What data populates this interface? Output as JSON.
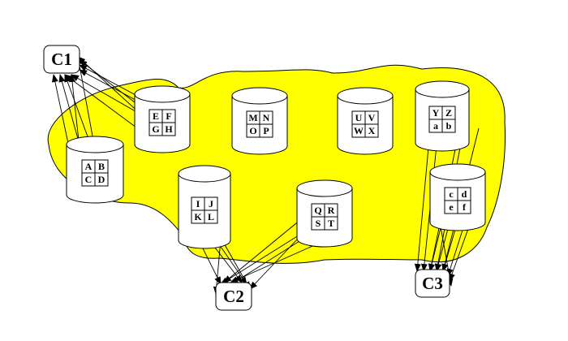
{
  "clients": [
    {
      "id": "c1",
      "label": "C1"
    },
    {
      "id": "c2",
      "label": "C2"
    },
    {
      "id": "c3",
      "label": "C3"
    }
  ],
  "databases": [
    {
      "id": "db1",
      "cells": [
        "A",
        "B",
        "C",
        "D"
      ]
    },
    {
      "id": "db2",
      "cells": [
        "E",
        "F",
        "G",
        "H"
      ]
    },
    {
      "id": "db3",
      "cells": [
        "M",
        "N",
        "O",
        "P"
      ]
    },
    {
      "id": "db4",
      "cells": [
        "U",
        "V",
        "W",
        "X"
      ]
    },
    {
      "id": "db5",
      "cells": [
        "Y",
        "Z",
        "a",
        "b"
      ]
    },
    {
      "id": "db6",
      "cells": [
        "I",
        "J",
        "K",
        "L"
      ]
    },
    {
      "id": "db7",
      "cells": [
        "Q",
        "R",
        "S",
        "T"
      ]
    },
    {
      "id": "db8",
      "cells": [
        "c",
        "d",
        "e",
        "f"
      ]
    }
  ],
  "links": [
    {
      "from": "db1",
      "to": "c1"
    },
    {
      "from": "db2",
      "to": "c1"
    },
    {
      "from": "db6",
      "to": "c2"
    },
    {
      "from": "db7",
      "to": "c2"
    },
    {
      "from": "db5",
      "to": "c3"
    },
    {
      "from": "db8",
      "to": "c3"
    }
  ],
  "colors": {
    "region": "#ffff00",
    "cylinder": "#ffffff",
    "stroke": "#000000"
  }
}
